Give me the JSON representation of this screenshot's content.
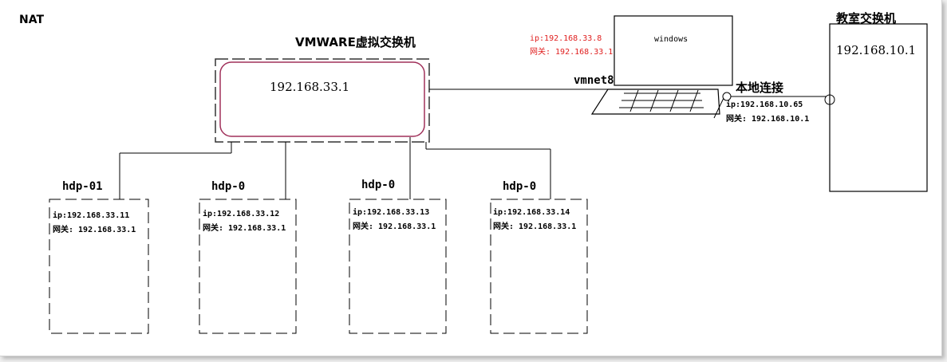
{
  "mode_label": "NAT",
  "vmware_switch": {
    "title": "VMWARE虚拟交换机",
    "ip": "192.168.33.1"
  },
  "windows_pc": {
    "screen_label": "windows",
    "ip_line": "ip:192.168.33.8",
    "gw_line": "网关: 192.168.33.1",
    "vmnet_label": "vmnet8",
    "local_label": "本地连接",
    "local_ip_line": "ip:192.168.10.65",
    "local_gw_line": "网关: 192.168.10.1"
  },
  "classroom_switch": {
    "title": "教室交换机",
    "ip": "192.168.10.1"
  },
  "hosts": [
    {
      "name": "hdp-01",
      "ip_line": "ip:192.168.33.11",
      "gw_line": "网关: 192.168.33.1"
    },
    {
      "name": "hdp-0",
      "ip_line": "ip:192.168.33.12",
      "gw_line": "网关: 192.168.33.1"
    },
    {
      "name": "hdp-0",
      "ip_line": "ip:192.168.33.13",
      "gw_line": "网关: 192.168.33.1"
    },
    {
      "name": "hdp-0",
      "ip_line": "ip:192.168.33.14",
      "gw_line": "网关: 192.168.33.1"
    }
  ],
  "colors": {
    "highlight": "#e02020",
    "switch_border": "#a0305a",
    "line": "#000000"
  }
}
